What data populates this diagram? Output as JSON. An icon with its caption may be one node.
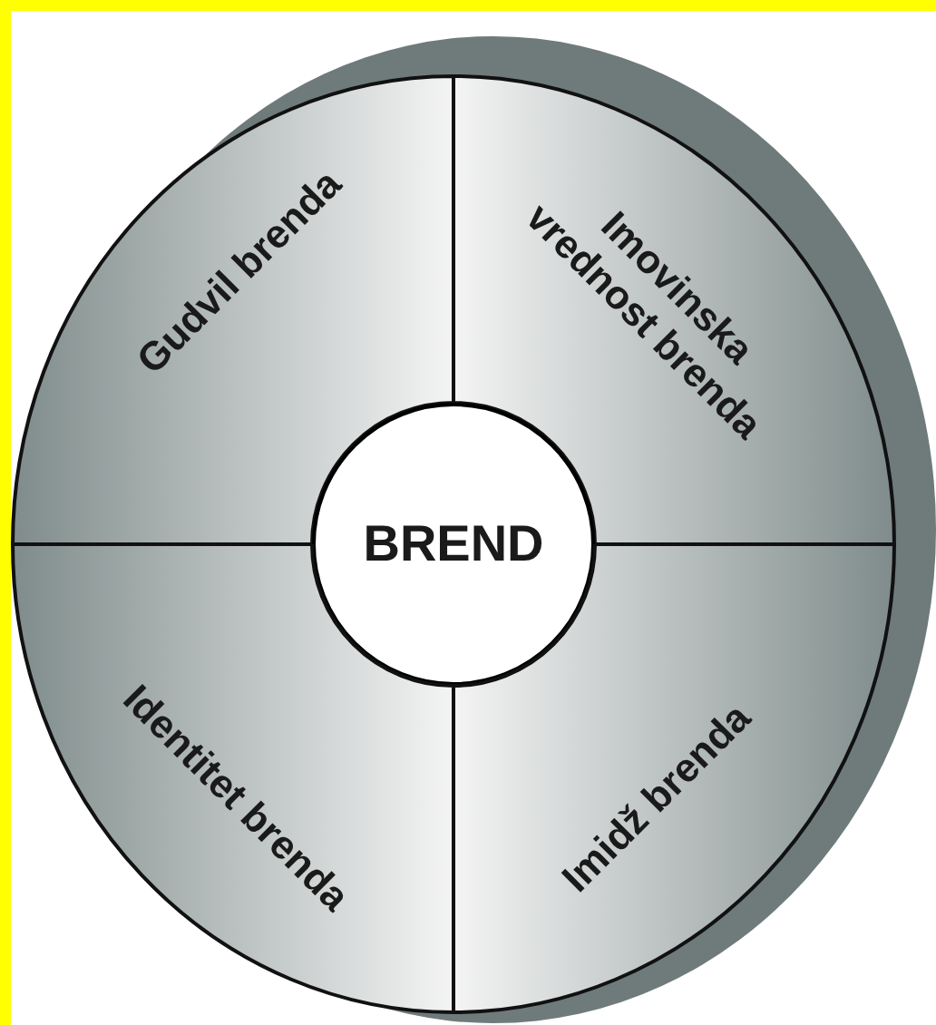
{
  "diagram": {
    "nodes": [
      {
        "text": [
          "Gudvil brenda"
        ]
      },
      {
        "text": [
          "Imovinska vrednost brenda"
        ]
      },
      {
        "text": [
          "BREND"
        ]
      },
      {
        "text": [
          "Identitet brenda"
        ]
      },
      {
        "text": [
          "Imidž brenda"
        ]
      }
    ]
  }
}
